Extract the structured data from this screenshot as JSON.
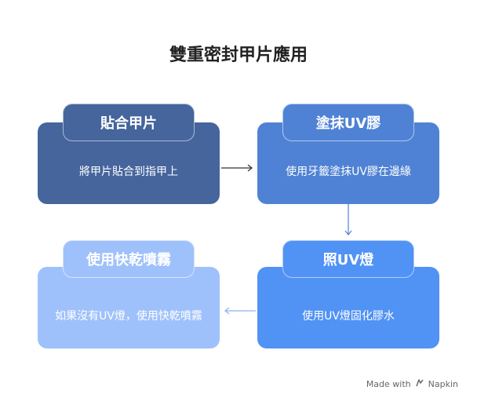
{
  "title": "雙重密封甲片應用",
  "steps": [
    {
      "label": "貼合甲片",
      "description": "將甲片貼合到指甲上"
    },
    {
      "label": "塗抹UV膠",
      "description": "使用牙籤塗抹UV膠在邊緣"
    },
    {
      "label": "照UV燈",
      "description": "使用UV燈固化膠水"
    },
    {
      "label": "使用快乾噴霧",
      "description": "如果沒有UV燈，使用快乾噴霧"
    }
  ],
  "footer": {
    "text": "Made with",
    "brand": "Napkin"
  },
  "colors": {
    "step1": "#45659c",
    "step2": "#4f82d4",
    "step3": "#5192f5",
    "step4": "#9fc1fb",
    "arrow": "#333333",
    "arrow_light": "#8fb2ee"
  }
}
